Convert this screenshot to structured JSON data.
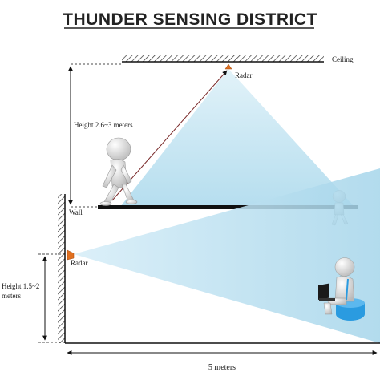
{
  "title": "THUNDER SENSING DISTRICT",
  "labels": {
    "ceiling": "Ceiling",
    "radar_top": "Radar",
    "radar_wall": "Radar",
    "wall": "Wall",
    "height_top": "Height 2.6~3 meters",
    "height_bottom_line1": "Height 1.5~2",
    "height_bottom_line2": "meters",
    "width": "5 meters"
  },
  "colors": {
    "beam": "#bfe3f2",
    "radar": "#e07020",
    "structure": "#111111",
    "hatch": "#333333",
    "figure": "#d9d9d9",
    "seat": "#2a9be0"
  },
  "icons": {
    "radar_top": "radar-icon",
    "radar_wall": "radar-icon",
    "walking_person": "walking-person-icon",
    "small_person": "small-person-icon",
    "seated_person": "seated-person-laptop-icon"
  }
}
